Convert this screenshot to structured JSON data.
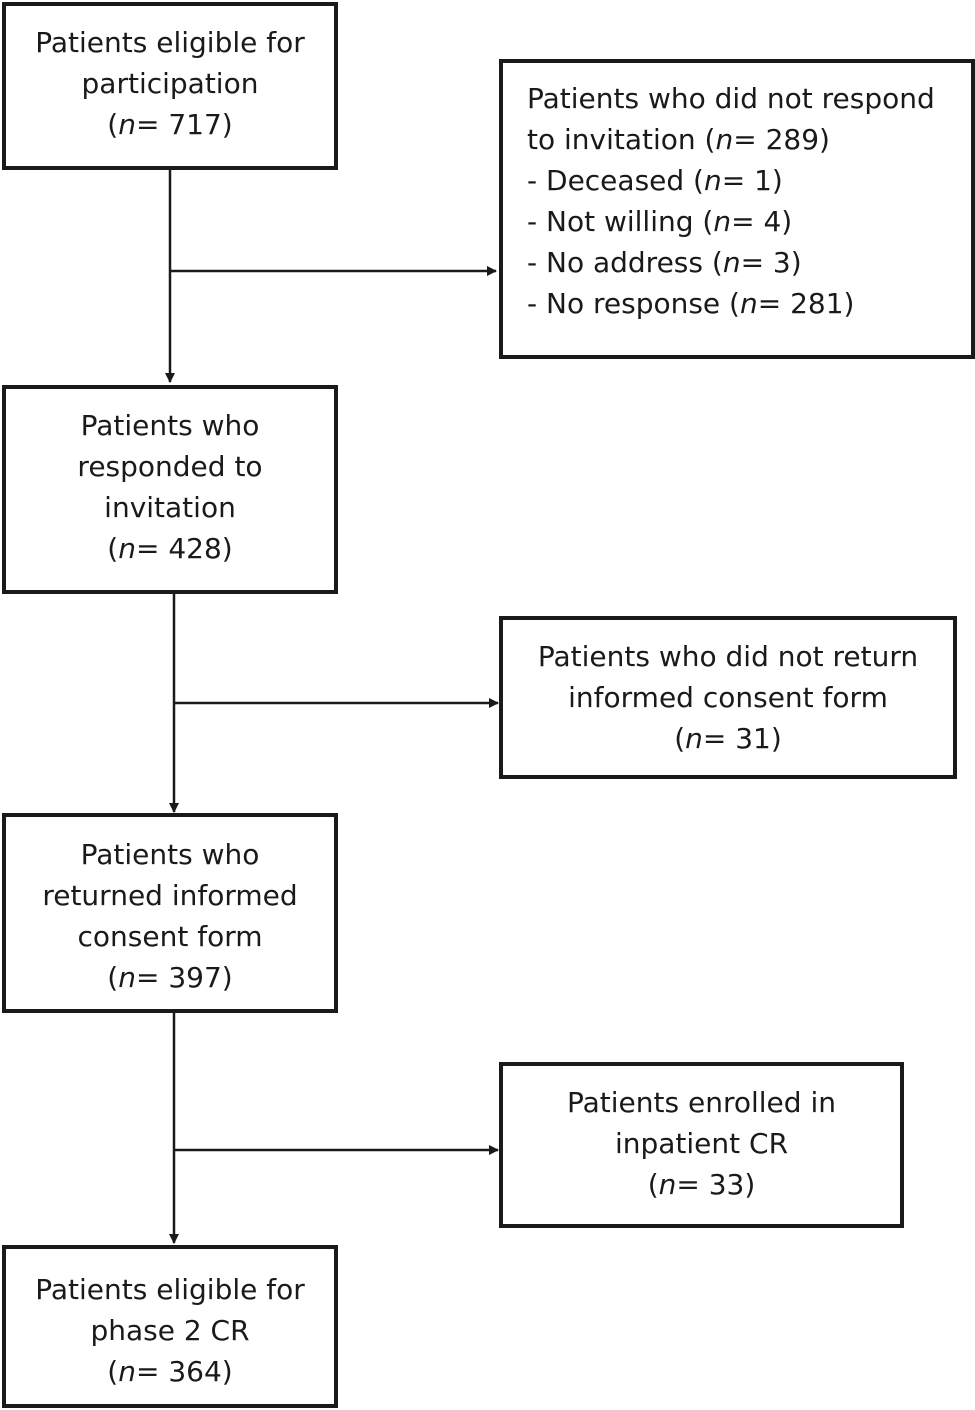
{
  "boxes": {
    "eligible": {
      "title_lines": [
        "Patients eligible for",
        "participation"
      ],
      "n_prefix": "(",
      "n_label": "n",
      "n_value": "= 717)"
    },
    "not_respond": {
      "line1": "Patients who did not respond",
      "line2_text": "to invitation (",
      "line2_n": "n",
      "line2_value": "= 289)",
      "items": [
        {
          "prefix": "- Deceased (",
          "n": "n",
          "value": "= 1)"
        },
        {
          "prefix": "- Not willing (",
          "n": "n",
          "value": "= 4)"
        },
        {
          "prefix": "- No address (",
          "n": "n",
          "value": "= 3)"
        },
        {
          "prefix": "- No response (",
          "n": "n",
          "value": "= 281)"
        }
      ]
    },
    "responded": {
      "title_lines": [
        "Patients who",
        "responded to",
        "invitation"
      ],
      "n_prefix": "(",
      "n_label": "n",
      "n_value": "= 428)"
    },
    "not_return": {
      "title_lines": [
        "Patients who did not return",
        "informed consent form"
      ],
      "n_prefix": "(",
      "n_label": "n",
      "n_value": "= 31)"
    },
    "returned": {
      "title_lines": [
        "Patients who",
        "returned informed",
        "consent form"
      ],
      "n_prefix": "(",
      "n_label": "n",
      "n_value": "= 397)"
    },
    "inpatient": {
      "title_lines": [
        "Patients enrolled in",
        "inpatient CR"
      ],
      "n_prefix": "(",
      "n_label": "n",
      "n_value": "= 33)"
    },
    "phase2": {
      "title_lines": [
        "Patients eligible for",
        "phase 2 CR"
      ],
      "n_prefix": "(",
      "n_label": "n",
      "n_value": "= 364)"
    }
  }
}
